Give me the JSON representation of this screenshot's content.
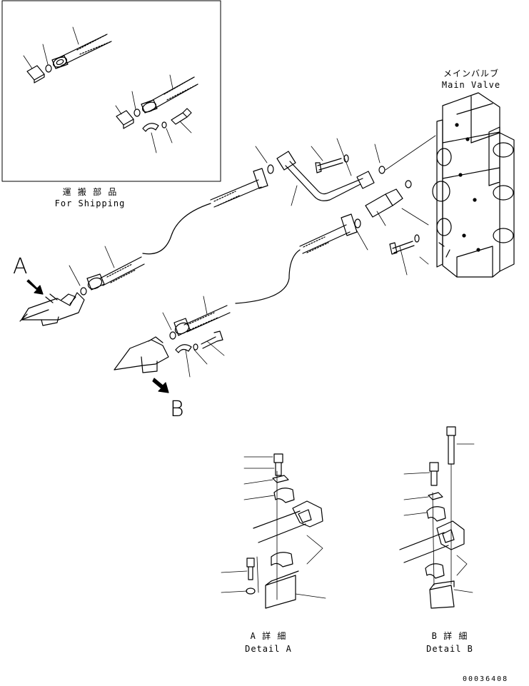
{
  "shipping_box": {
    "label_jp": "運 搬 部 品",
    "label_en": "For Shipping"
  },
  "main_valve": {
    "label_jp": "メインバルブ",
    "label_en": "Main Valve"
  },
  "callouts": {
    "A": "A",
    "B": "B"
  },
  "detail_a": {
    "label_jp": "A 詳 細",
    "label_en": "Detail A"
  },
  "detail_b": {
    "label_jp": "B 詳 細",
    "label_en": "Detail B"
  },
  "drawing_number": "00036408"
}
